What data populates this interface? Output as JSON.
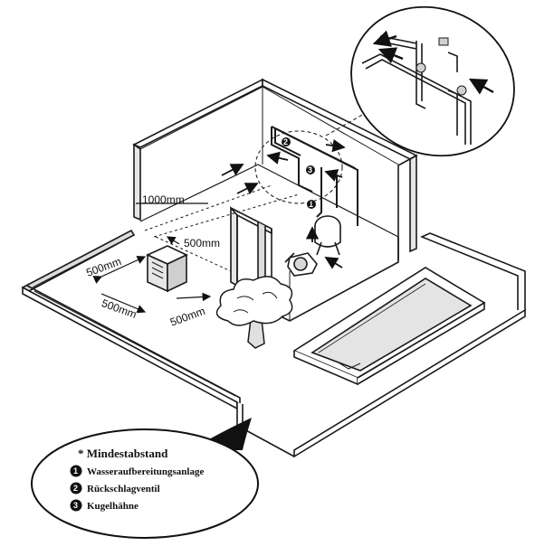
{
  "diagram": {
    "dimensions": {
      "d1000": "1000mm",
      "d500_top": "500mm",
      "d500_left": "500mm",
      "d500_bottom_left": "500mm",
      "d500_bottom_right": "500mm"
    },
    "legend": {
      "title": "* Mindestabstand",
      "items": [
        {
          "num": "1",
          "label": "Wasseraufbereitungsanlage"
        },
        {
          "num": "2",
          "label": "Rückschlagventil"
        },
        {
          "num": "3",
          "label": "Kugelhähne"
        }
      ]
    },
    "colors": {
      "line": "#1a1a1a",
      "fill": "#ffffff",
      "shade": "#d8d8d8",
      "pool": "#e4e4e4"
    }
  }
}
